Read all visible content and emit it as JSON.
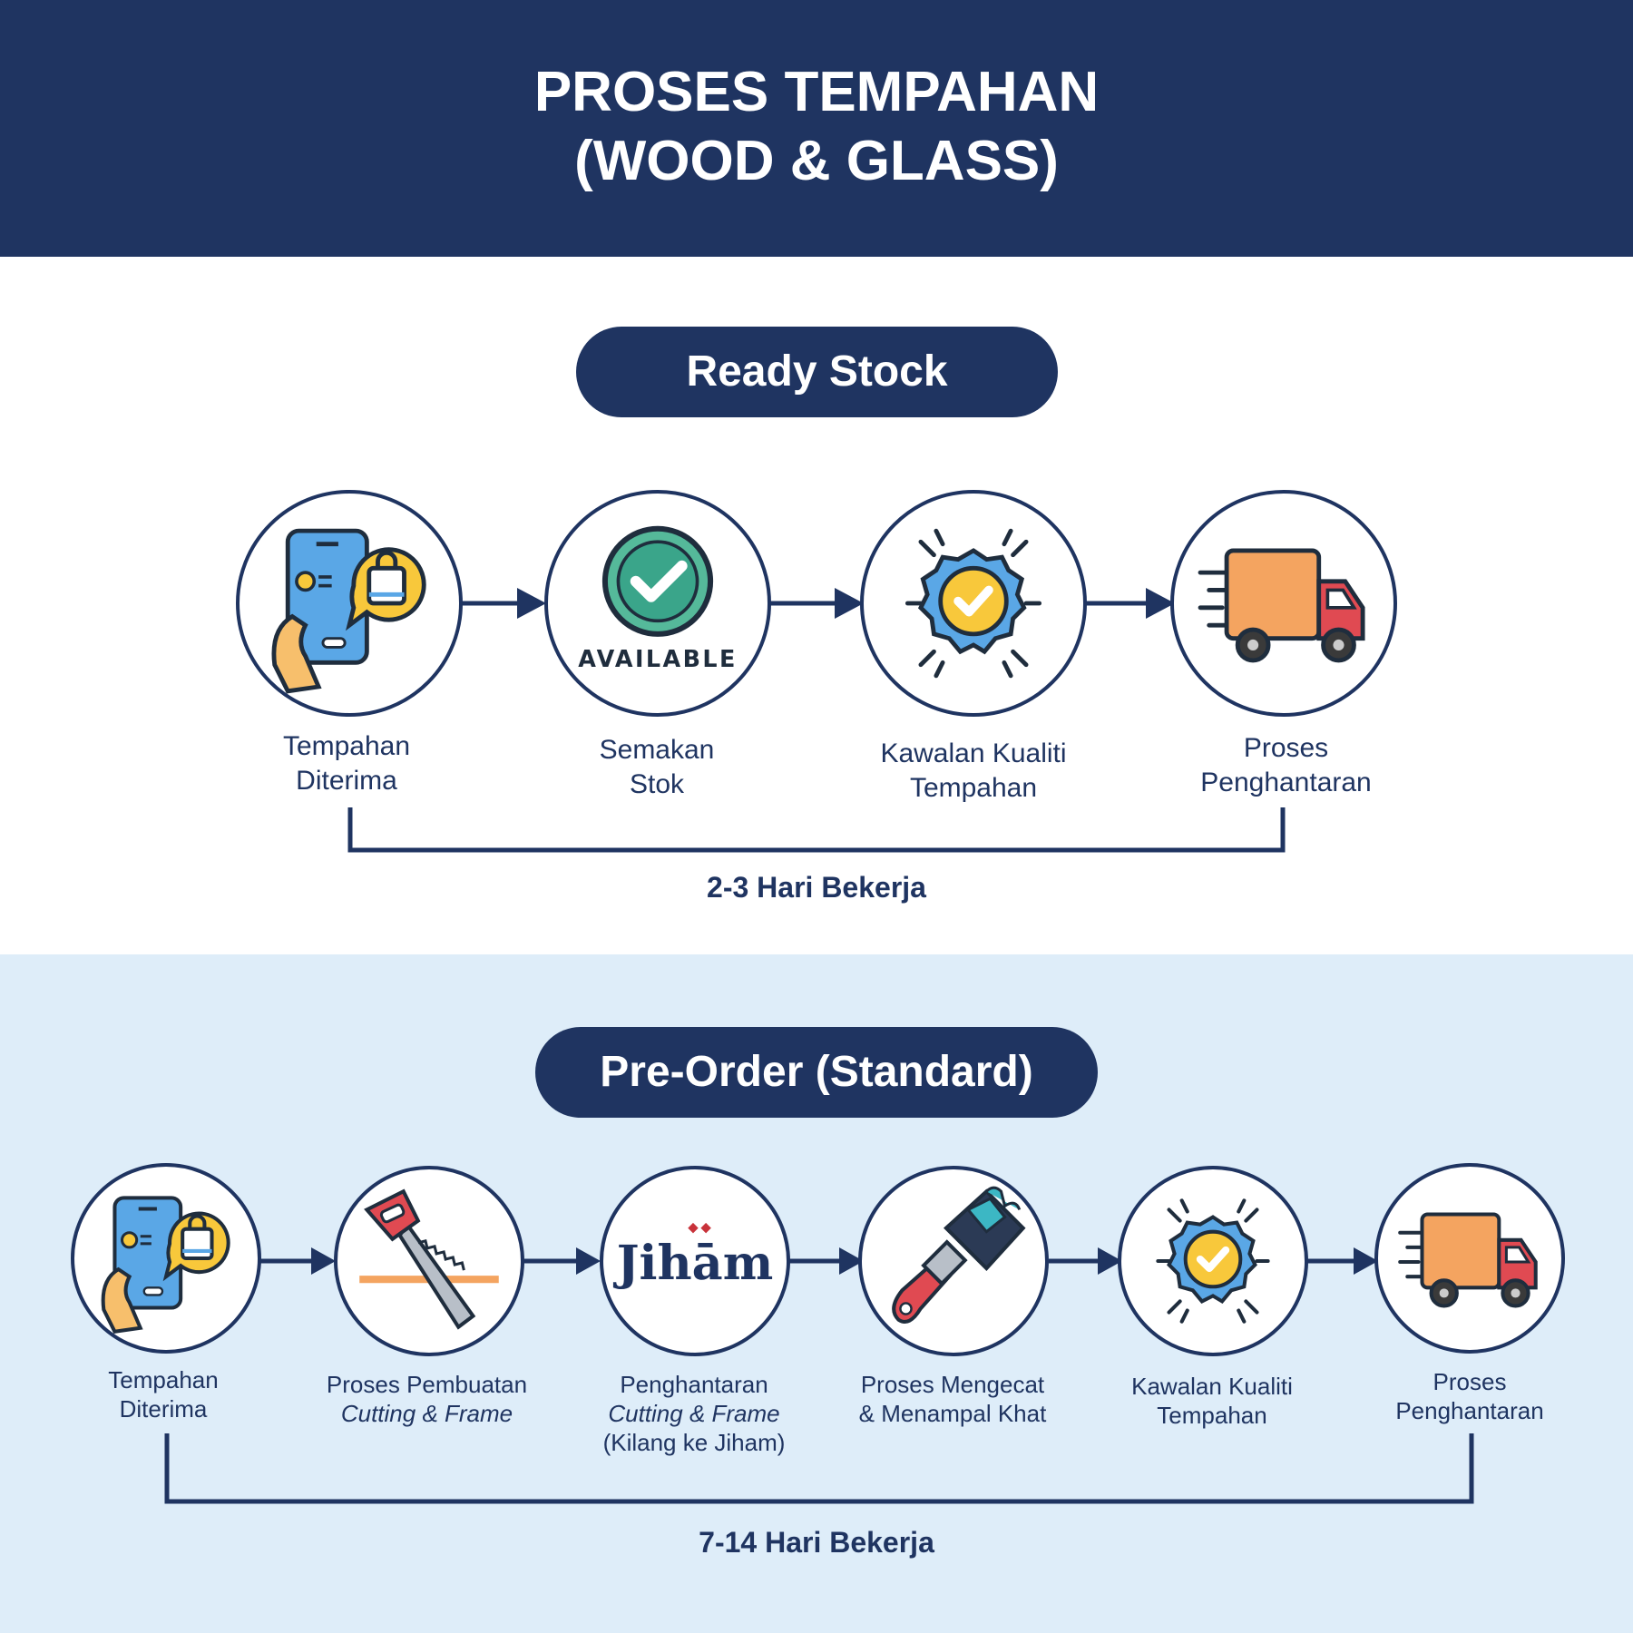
{
  "title": {
    "line1": "PROSES TEMPAHAN",
    "line2": "(WOOD & GLASS)"
  },
  "ready_stock": {
    "heading": "Ready Stock",
    "steps": [
      {
        "line1": "Tempahan",
        "line2": "Diterima",
        "icon": "phone-shopping-bag-icon"
      },
      {
        "line1": "Semakan",
        "line2": "Stok",
        "icon": "available-check-icon",
        "badge_text": "AVAILABLE"
      },
      {
        "line1": "Kawalan Kualiti",
        "line2": "Tempahan",
        "icon": "quality-badge-icon"
      },
      {
        "line1": "Proses",
        "line2": "Penghantaran",
        "icon": "delivery-truck-icon"
      }
    ],
    "duration": "2-3 Hari Bekerja"
  },
  "pre_order": {
    "heading": "Pre-Order (Standard)",
    "steps": [
      {
        "line1": "Tempahan",
        "line2": "Diterima",
        "line3": "",
        "icon": "phone-shopping-bag-icon"
      },
      {
        "line1": "Proses Pembuatan",
        "line2": "Cutting & Frame",
        "line3": "",
        "icon": "saw-icon"
      },
      {
        "line1": "Penghantaran",
        "line2": "Cutting & Frame",
        "line3": "(Kilang ke Jiham)",
        "icon": "jiham-logo-icon",
        "logo_text": "Jihām"
      },
      {
        "line1": "Proses Mengecat",
        "line2": "& Menampal Khat",
        "line3": "",
        "icon": "paint-brush-icon"
      },
      {
        "line1": "Kawalan Kualiti",
        "line2": "Tempahan",
        "line3": "",
        "icon": "quality-badge-icon"
      },
      {
        "line1": "Proses",
        "line2": "Penghantaran",
        "line3": "",
        "icon": "delivery-truck-icon"
      }
    ],
    "duration": "7-14 Hari Bekerja"
  },
  "colors": {
    "navy": "#1f3461",
    "light_blue_bg": "#deedf9",
    "phone_blue": "#5aa7e6",
    "yellow": "#f8c83b",
    "green": "#55b99a",
    "orange": "#f4a460",
    "red": "#e04a52",
    "teal": "#3cb7c4",
    "skin": "#f7bf6c"
  }
}
